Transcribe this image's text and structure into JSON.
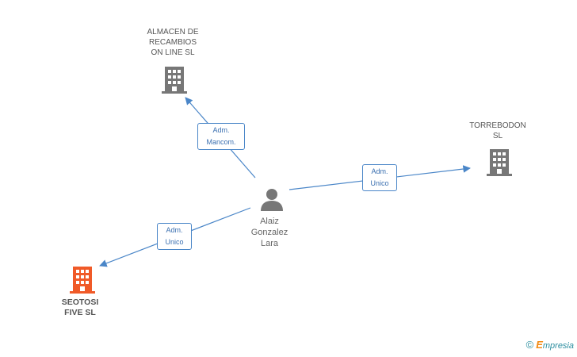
{
  "nodes": {
    "almacen": {
      "line1": "ALMACEN DE",
      "line2": "RECAMBIOS",
      "line3": "ON LINE SL",
      "color": "#777777"
    },
    "torrebodon": {
      "line1": "TORREBODON",
      "line2": "SL",
      "color": "#777777"
    },
    "seotosi": {
      "line1": "SEOTOSI",
      "line2": "FIVE SL",
      "color": "#f05a28"
    },
    "person": {
      "line1": "Alaiz",
      "line2": "Gonzalez",
      "line3": "Lara",
      "color": "#777777"
    }
  },
  "edges": {
    "almacen": {
      "line1": "Adm.",
      "line2": "Mancom."
    },
    "torrebodon": {
      "line1": "Adm.",
      "line2": "Unico"
    },
    "seotosi": {
      "line1": "Adm.",
      "line2": "Unico"
    }
  },
  "edge_color": "#4a86c8",
  "brand": {
    "copyright": "©",
    "e": "E",
    "name": "mpresia"
  }
}
